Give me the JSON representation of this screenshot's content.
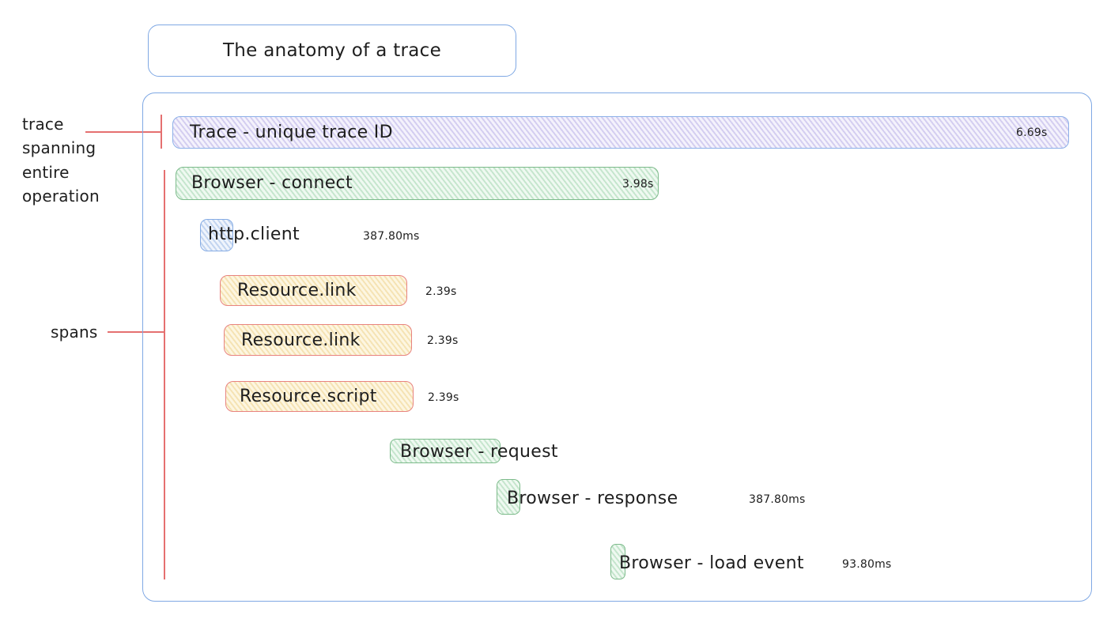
{
  "title": "The anatomy of a trace",
  "annotations": {
    "trace_note": "trace spanning entire operation",
    "spans_note": "spans"
  },
  "trace": {
    "label": "Trace - unique trace ID",
    "duration": "6.69s"
  },
  "spans": [
    {
      "name": "Browser - connect",
      "duration": "3.98s",
      "color": "green"
    },
    {
      "name": "http.client",
      "duration": "387.80ms",
      "color": "blue"
    },
    {
      "name": "Resource.link",
      "duration": "2.39s",
      "color": "yellow"
    },
    {
      "name": "Resource.link",
      "duration": "2.39s",
      "color": "yellow"
    },
    {
      "name": "Resource.script",
      "duration": "2.39s",
      "color": "yellow"
    },
    {
      "name": "Browser - request",
      "duration": "",
      "color": "green"
    },
    {
      "name": "Browser - response",
      "duration": "387.80ms",
      "color": "green"
    },
    {
      "name": "Browser - load event",
      "duration": "93.80ms",
      "color": "green"
    }
  ],
  "colors": {
    "outline_blue": "#7fa8e4",
    "annotation_red": "#e57070",
    "trace_fill": "#f4f2fc",
    "green_border": "#7dbb8b",
    "yellow_border": "#e8837f",
    "blue_border": "#86ace4",
    "text": "#1e1e1e"
  }
}
